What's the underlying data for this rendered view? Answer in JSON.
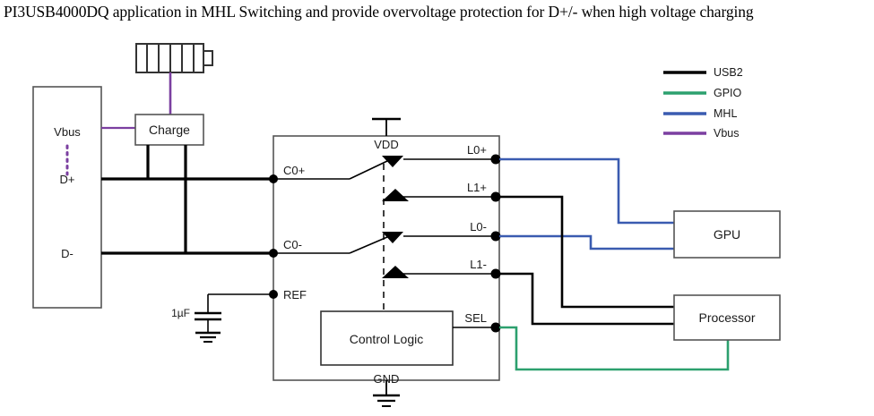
{
  "title": "PI3USB4000DQ application in MHL Switching and provide overvoltage protection for D+/- when high voltage charging",
  "legend": {
    "items": [
      {
        "label": "USB2",
        "color": "#000000"
      },
      {
        "label": "GPIO",
        "color": "#2ca06e"
      },
      {
        "label": "MHL",
        "color": "#3a5bb0"
      },
      {
        "label": "Vbus",
        "color": "#7b3fa0"
      }
    ]
  },
  "connector": {
    "name": "usb-connector",
    "pins": [
      {
        "label": "Vbus"
      },
      {
        "label": "D+"
      },
      {
        "label": "D-"
      }
    ]
  },
  "battery": {
    "label": "battery-icon",
    "cells": 5
  },
  "charge_block": {
    "label": "Charge"
  },
  "capacitor": {
    "label": "1µF"
  },
  "ic": {
    "name": "PI3USB4000DQ",
    "pins_top": [
      {
        "label": "VDD"
      }
    ],
    "pins_bottom": [
      {
        "label": "GND"
      }
    ],
    "pins_left": [
      {
        "label": "C0+"
      },
      {
        "label": "C0-"
      },
      {
        "label": "REF"
      }
    ],
    "pins_right": [
      {
        "label": "L0+",
        "net": "MHL"
      },
      {
        "label": "L1+",
        "net": "USB2"
      },
      {
        "label": "L0-",
        "net": "MHL"
      },
      {
        "label": "L1-",
        "net": "USB2"
      },
      {
        "label": "SEL",
        "net": "GPIO"
      }
    ],
    "control_logic": {
      "label": "Control Logic"
    }
  },
  "blocks": [
    {
      "label": "GPU"
    },
    {
      "label": "Processor"
    }
  ]
}
